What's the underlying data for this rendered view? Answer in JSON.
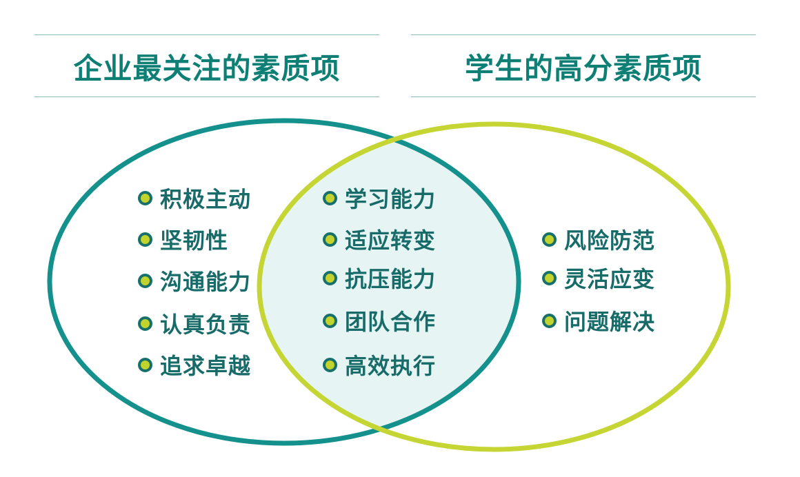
{
  "headings": {
    "left": "企业最关注的素质项",
    "right": "学生的高分素质项"
  },
  "colors": {
    "teal": "#14918c",
    "lime": "#c5d534",
    "overlap_fill": "#e6f4f3",
    "text": "#176b68"
  },
  "left_items": [
    "积极主动",
    "坚韧性",
    "沟通能力",
    "认真负责",
    "追求卓越"
  ],
  "overlap_items": [
    "学习能力",
    "适应转变",
    "抗压能力",
    "团队合作",
    "高效执行"
  ],
  "right_items": [
    "风险防范",
    "灵活应变",
    "问题解决"
  ]
}
